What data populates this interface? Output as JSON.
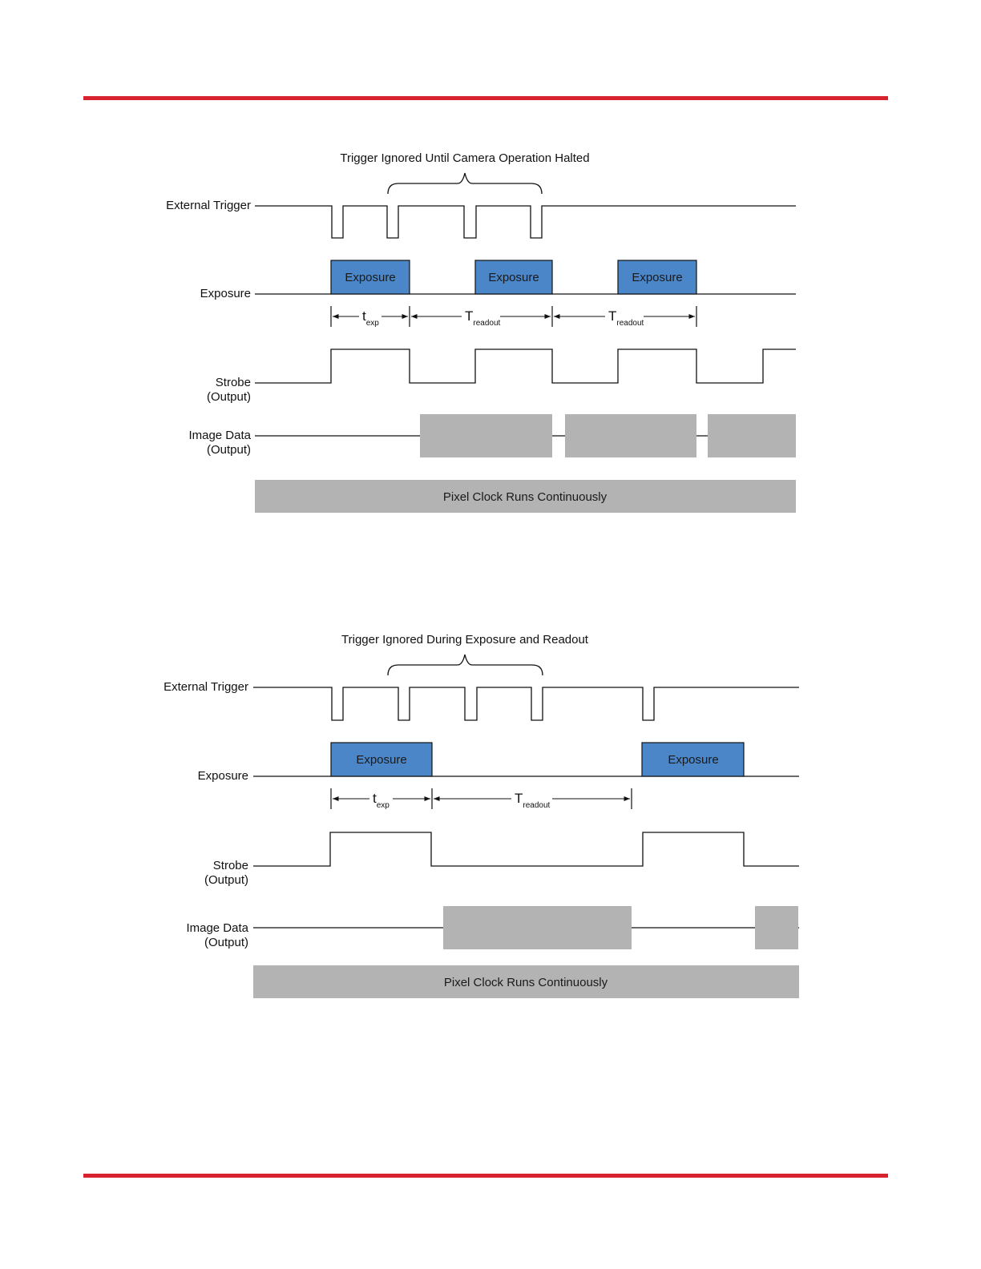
{
  "colors": {
    "rule": "#d7232f",
    "exposure_fill": "#4a86c8",
    "data_fill": "#b3b3b3",
    "line": "#111111"
  },
  "diagrams": [
    {
      "id": "continuous",
      "title": "Trigger Ignored Until Camera Operation Halted",
      "labels": {
        "trigger": "External Trigger",
        "exposure": "Exposure",
        "strobe": [
          "Strobe",
          "(Output)"
        ],
        "data": [
          "Image Data",
          "(Output)"
        ]
      },
      "exposure_label": "Exposure",
      "exposure_count": 3,
      "timing": [
        {
          "symbol": "t",
          "sub": "exp"
        },
        {
          "symbol": "T",
          "sub": "readout"
        },
        {
          "symbol": "T",
          "sub": "readout"
        }
      ],
      "clock_label": "Pixel Clock Runs Continuously"
    },
    {
      "id": "single",
      "title": "Trigger Ignored During Exposure and Readout",
      "labels": {
        "trigger": "External Trigger",
        "exposure": "Exposure",
        "strobe": [
          "Strobe",
          "(Output)"
        ],
        "data": [
          "Image Data",
          "(Output)"
        ]
      },
      "exposure_label": "Exposure",
      "exposure_count": 2,
      "timing": [
        {
          "symbol": "t",
          "sub": "exp"
        },
        {
          "symbol": "T",
          "sub": "readout"
        }
      ],
      "clock_label": "Pixel Clock Runs Continuously"
    }
  ]
}
